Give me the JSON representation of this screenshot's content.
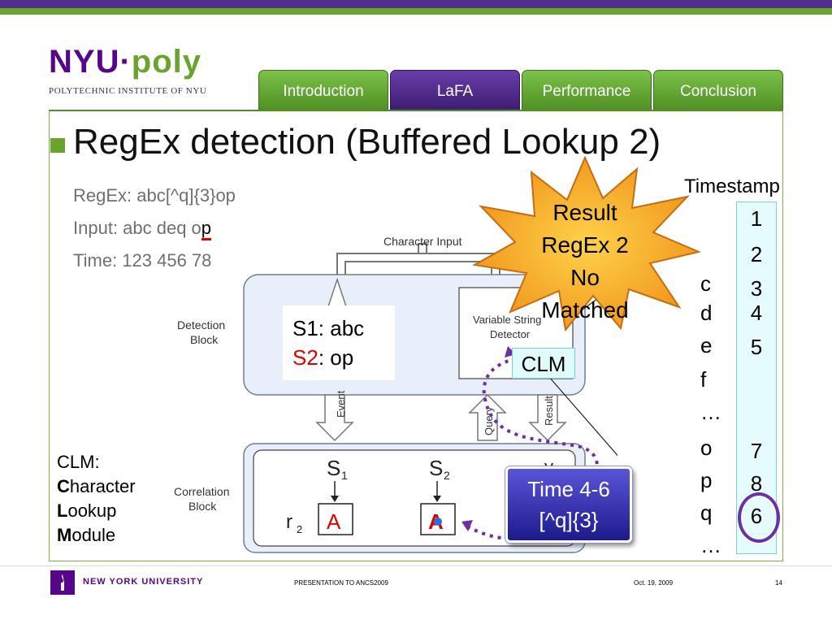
{
  "logo": {
    "nyu": "NYU·",
    "poly": "poly",
    "subtitle": "POLYTECHNIC INSTITUTE OF NYU"
  },
  "tabs": [
    {
      "label": "Introduction"
    },
    {
      "label": "LaFA"
    },
    {
      "label": "Performance"
    },
    {
      "label": "Conclusion"
    }
  ],
  "title": "RegEx detection (Buffered Lookup 2)",
  "info": {
    "regex": "RegEx: abc[^q]{3}op",
    "input_prefix": "Input: abc deq o",
    "input_highlight": "p",
    "time": "Time: 123 456 78"
  },
  "diagram": {
    "character_input": "Character Input",
    "detection_block": [
      "Detection",
      "Block"
    ],
    "variable_string_detector": [
      "Variable String",
      "Detector"
    ],
    "correlation_block": [
      "Correlation",
      "Block"
    ],
    "event": "Event",
    "query": "Query",
    "result": "Result",
    "s1": "S",
    "s1_sub": "1",
    "s2": "S",
    "s2_sub": "2",
    "r2": "r",
    "r2_sub": "2",
    "box_a": "A",
    "box_a2": "A",
    "y": "y"
  },
  "s_box": {
    "s1": "S1: abc",
    "s2_label": "S2",
    "s2_rest": ": op"
  },
  "clm_box": "CLM",
  "result_burst": [
    "Result",
    "RegEx 2",
    "No Matched"
  ],
  "timestamp": {
    "header": "Timestamp",
    "values": [
      "1",
      "2",
      "3",
      "4",
      "5",
      "7",
      "8",
      "6"
    ],
    "chars": [
      "c",
      "d",
      "e",
      "f",
      "…",
      "o",
      "p",
      "q",
      "…"
    ]
  },
  "time_box": {
    "line1": "Time 4-6",
    "line2": "[^q]{3}"
  },
  "legend": {
    "title": "CLM:",
    "c_bold": "C",
    "c_rest": "haracter",
    "l_bold": "L",
    "l_rest": "ookup",
    "m_bold": "M",
    "m_rest": "odule"
  },
  "footer": {
    "nyu": "NEW YORK UNIVERSITY",
    "presentation": "PRESENTATION TO ANCS2009",
    "date": "Oct. 19, 2009",
    "page": "14"
  },
  "colors": {
    "nyu_purple": "#57068c",
    "poly_green": "#6aa42f",
    "highlight_red": "#e00000",
    "circle_purple": "#6b30a6"
  }
}
